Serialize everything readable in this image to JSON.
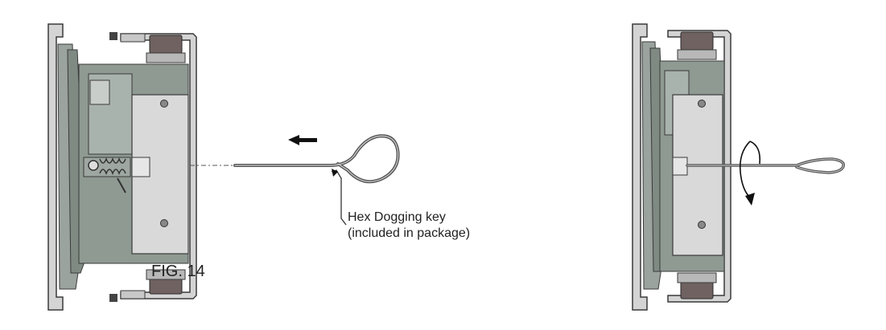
{
  "callout": {
    "line1": "Hex Dogging key",
    "line2": "(included in package)"
  },
  "figure_label": "FIG. 14",
  "colors": {
    "frame_fill": "#d4d4d4",
    "frame_stroke": "#3a3a3a",
    "body_dark": "#8e9a92",
    "body_mid": "#a9b3ad",
    "plate_light": "#d9d9d9",
    "pin_dark": "#6f6260",
    "key": "#555555"
  }
}
